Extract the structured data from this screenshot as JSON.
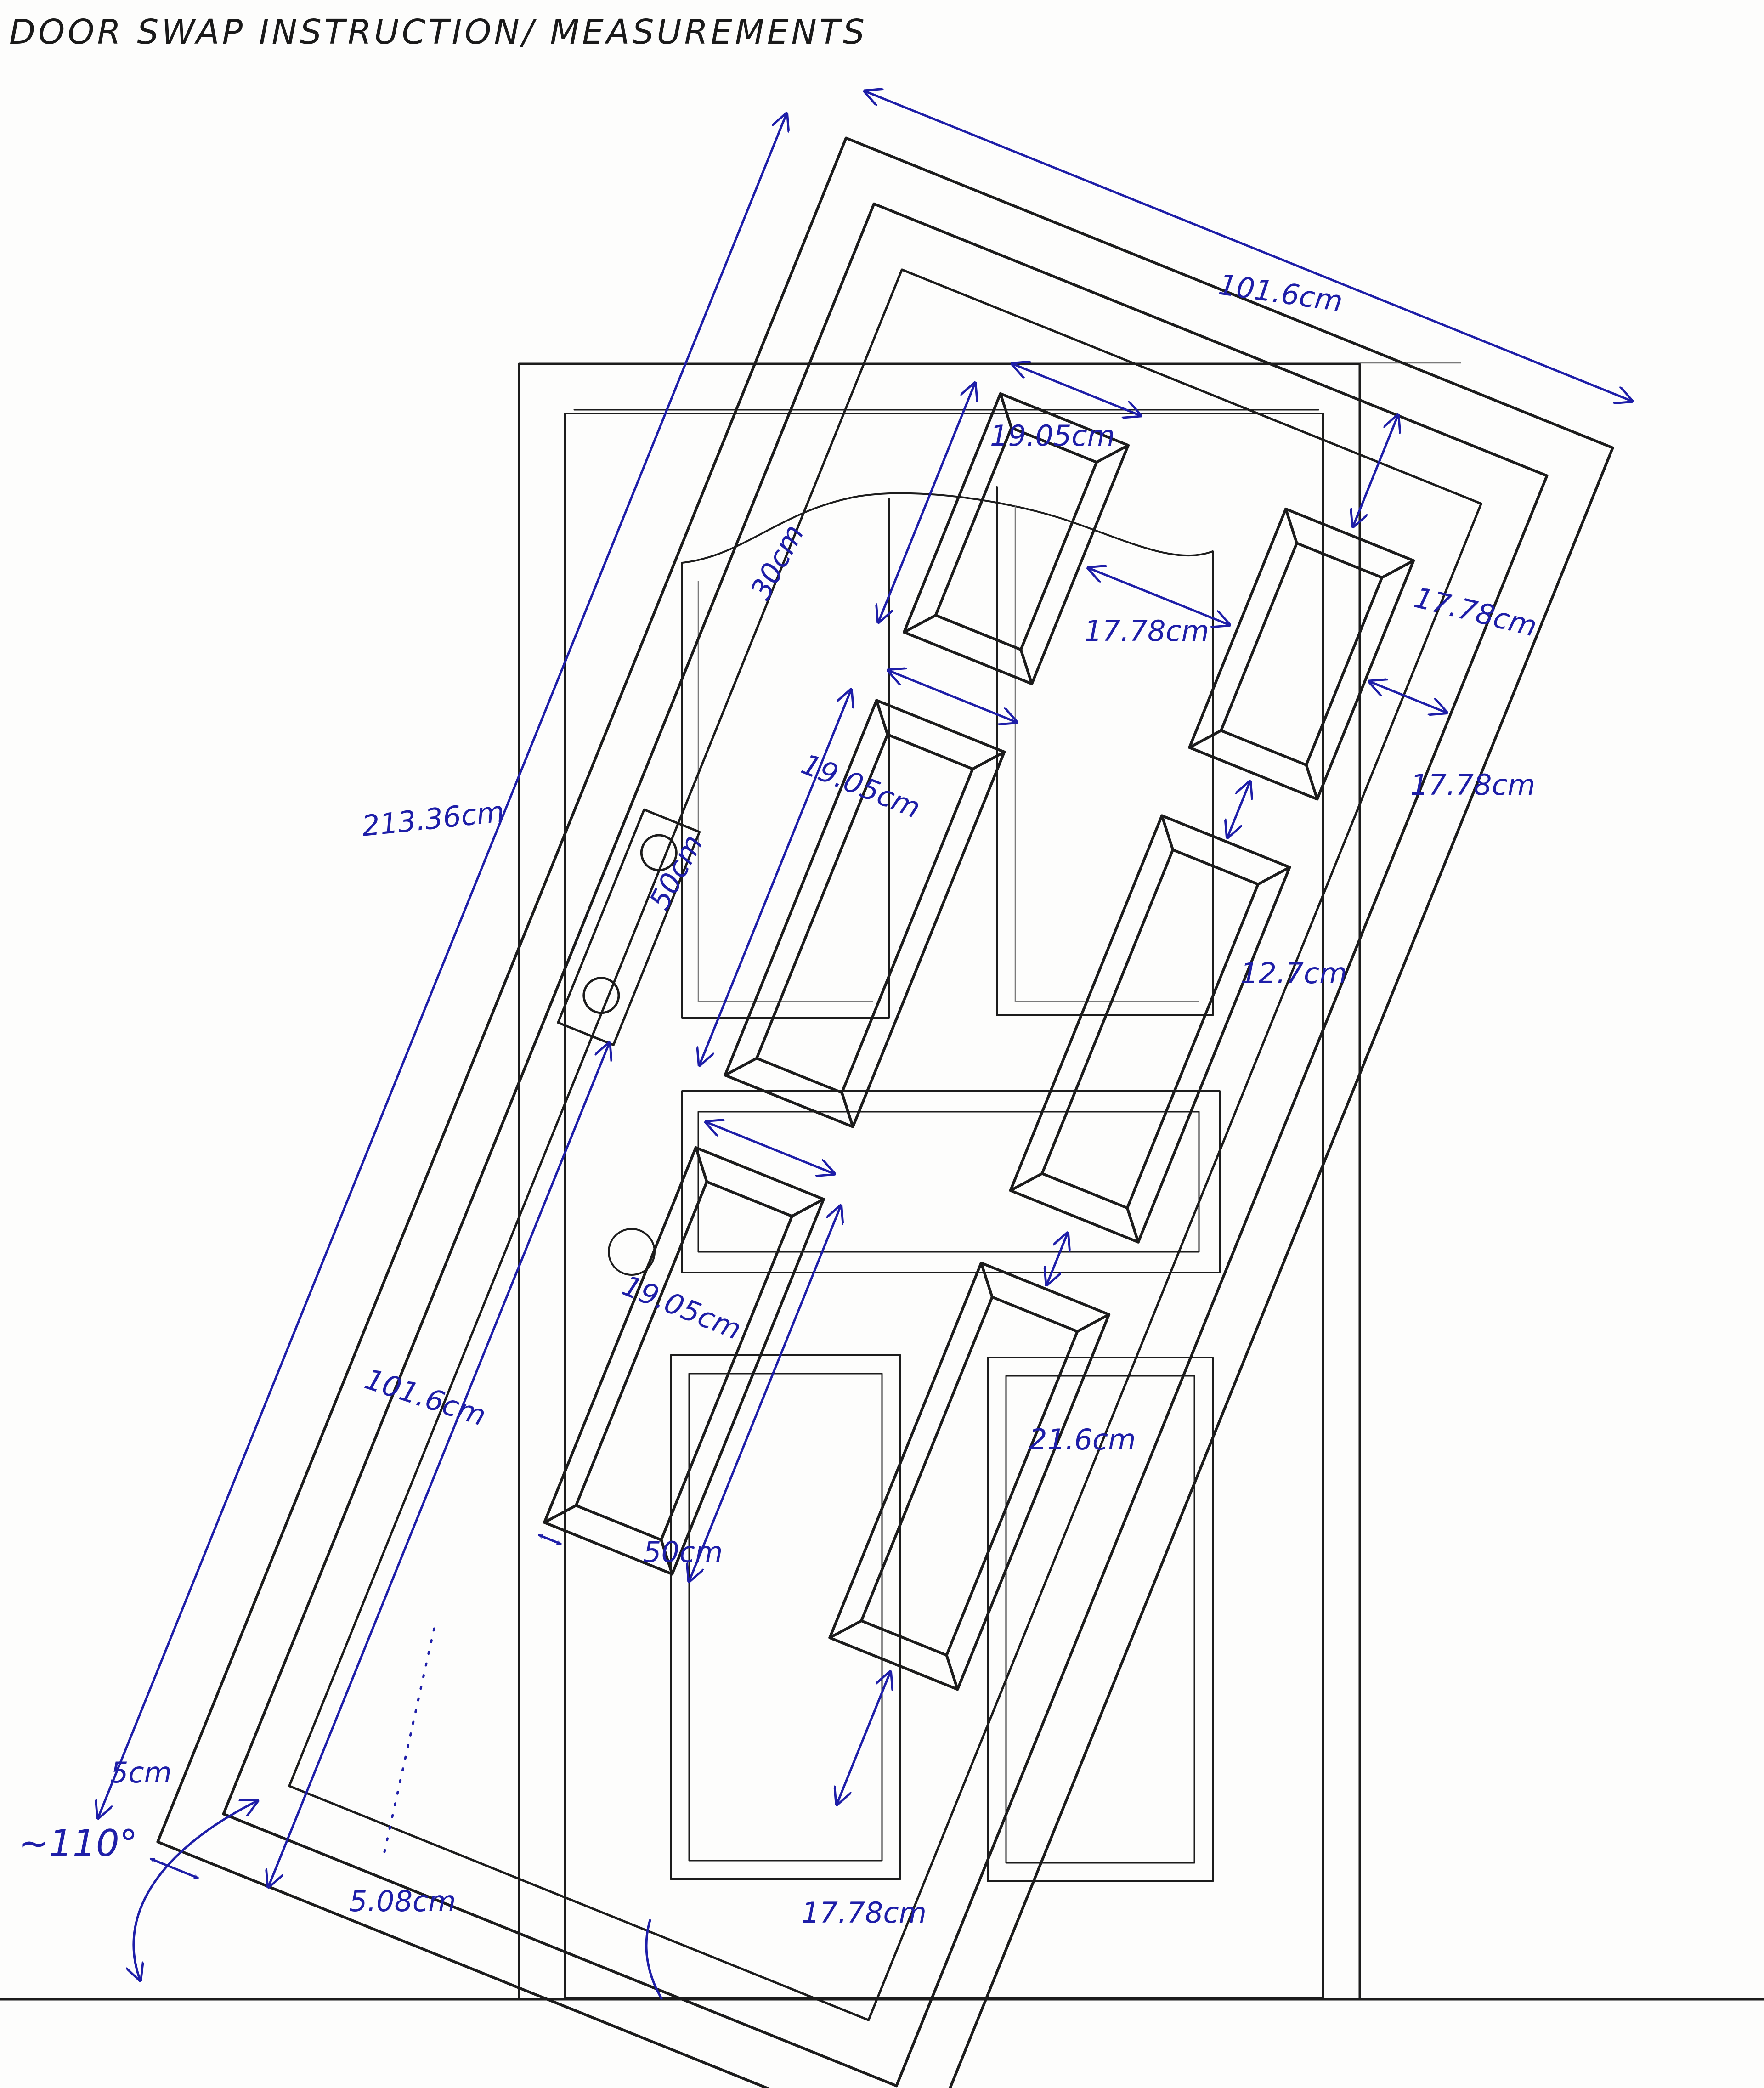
{
  "title": "DOOR SWAP INSTRUCTION/ MEASUREMENTS",
  "colors": {
    "ink": "#1e1ea8",
    "pencil": "#1c1c1c",
    "paper": "#fdfdfc"
  },
  "dimensions": {
    "door_width": "101.6cm",
    "door_height": "213.36cm",
    "lower_height": "101.6cm",
    "frame_border": "5cm",
    "bottom_offset": "5.08cm",
    "angle": "~110°",
    "panel_top_left_width": "19.05cm",
    "panel_top_left_height": "30cm",
    "gap_top_panels": "17.78cm",
    "top_right_margin": "17.78cm",
    "right_side_margin": "17.78cm",
    "panel_mid_left_width": "19.05cm",
    "panel_mid_left_height": "50cm",
    "gap_right_panels": "12.7cm",
    "panel_bottom_left_width": "19.05cm",
    "panel_bottom_left_height": "50cm",
    "gap_bottom_right": "21.6cm",
    "bottom_margin": "17.78cm"
  }
}
